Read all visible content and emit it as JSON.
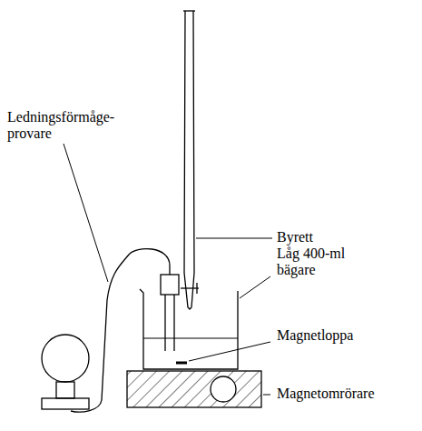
{
  "diagram": {
    "labels": [
      "Byrett",
      "Ledningsförmåge- provare",
      "Låg 400-ml bägare",
      "Magnetloppa",
      "Magnetomrörare"
    ]
  }
}
